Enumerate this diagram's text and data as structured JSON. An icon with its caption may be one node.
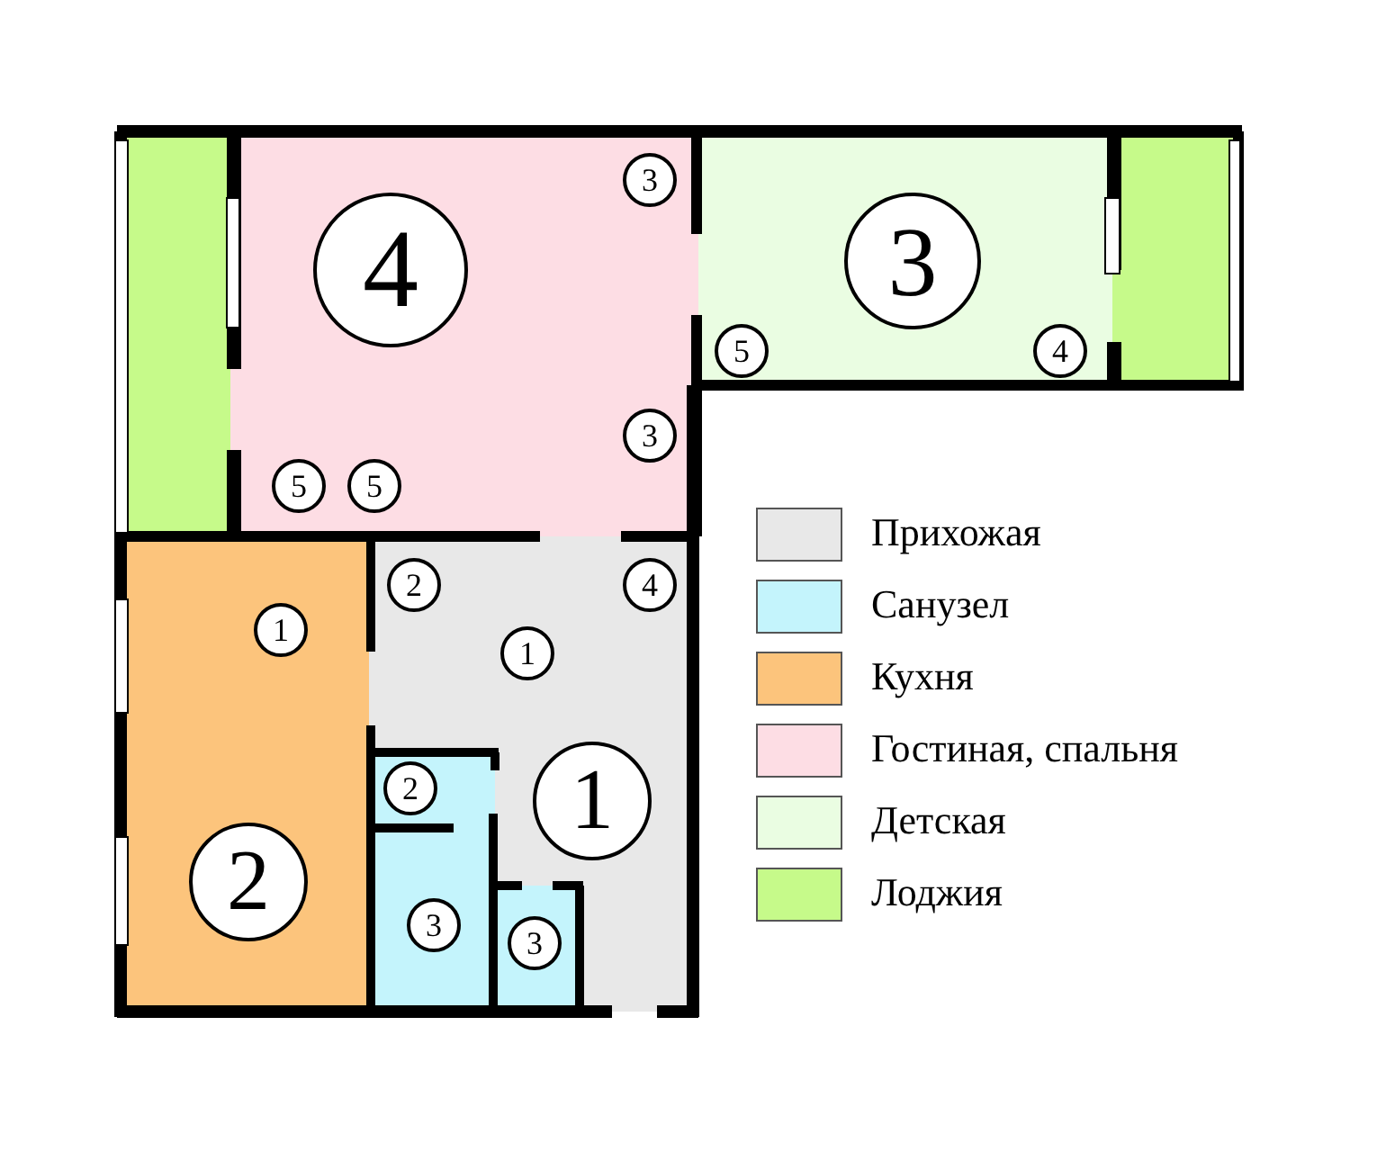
{
  "diagram": {
    "nodes": [
      {
        "text": [
          "3"
        ]
      },
      {
        "text": [
          "4"
        ]
      },
      {
        "text": [
          "3"
        ]
      },
      {
        "text": [
          "5"
        ]
      },
      {
        "text": [
          "4"
        ]
      },
      {
        "text": [
          "3"
        ]
      },
      {
        "text": [
          "5"
        ]
      },
      {
        "text": [
          "5"
        ]
      },
      {
        "text": [
          "2"
        ]
      },
      {
        "text": [
          "4"
        ]
      },
      {
        "text": [
          "1"
        ]
      },
      {
        "text": [
          "1"
        ]
      },
      {
        "text": [
          "2"
        ]
      },
      {
        "text": [
          "1"
        ]
      },
      {
        "text": [
          "2"
        ]
      },
      {
        "text": [
          "3"
        ]
      },
      {
        "text": [
          "3"
        ]
      }
    ],
    "legend": [
      {
        "text": "Прихожая",
        "color": "#e8e8e8"
      },
      {
        "text": "Санузел",
        "color": "#c4f4fc"
      },
      {
        "text": "Кухня",
        "color": "#fcc47c"
      },
      {
        "text": "Гостиная, спальня",
        "color": "#fddde4"
      },
      {
        "text": "Детская",
        "color": "#eafde2"
      },
      {
        "text": "Лоджия",
        "color": "#c6fa8a"
      }
    ]
  }
}
